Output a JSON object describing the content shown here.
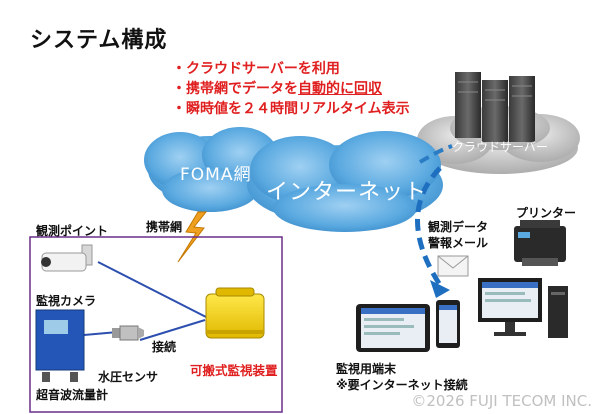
{
  "title": "システム構成",
  "features": [
    {
      "prefix": "・",
      "text": "クラウドサーバーを利用",
      "underline": "",
      "suffix": ""
    },
    {
      "prefix": "・",
      "text": "携帯網でデータを",
      "underline": "自動的に回収",
      "suffix": ""
    },
    {
      "prefix": "・",
      "text": "瞬時値を２４時間リアルタイム表示",
      "underline": "",
      "suffix": ""
    }
  ],
  "clouds": {
    "foma": "FOMA網",
    "internet": "インターネット",
    "cloud_server": "クラウドサーバー"
  },
  "site": {
    "title": "観測ポイント",
    "camera": "監視カメラ",
    "flowmeter": "超音波流量計",
    "pressure": "水圧センサ",
    "connect": "接続",
    "device": "可搬式監視装置"
  },
  "network": {
    "mobile": "携帯網",
    "mail_line1": "観測データ",
    "mail_line2": "警報メール"
  },
  "terminal": {
    "printer": "プリンター",
    "line1": "監視用端末",
    "line2": "※要インターネット接続"
  },
  "copyright": "©2026 FUJI TECOM INC."
}
